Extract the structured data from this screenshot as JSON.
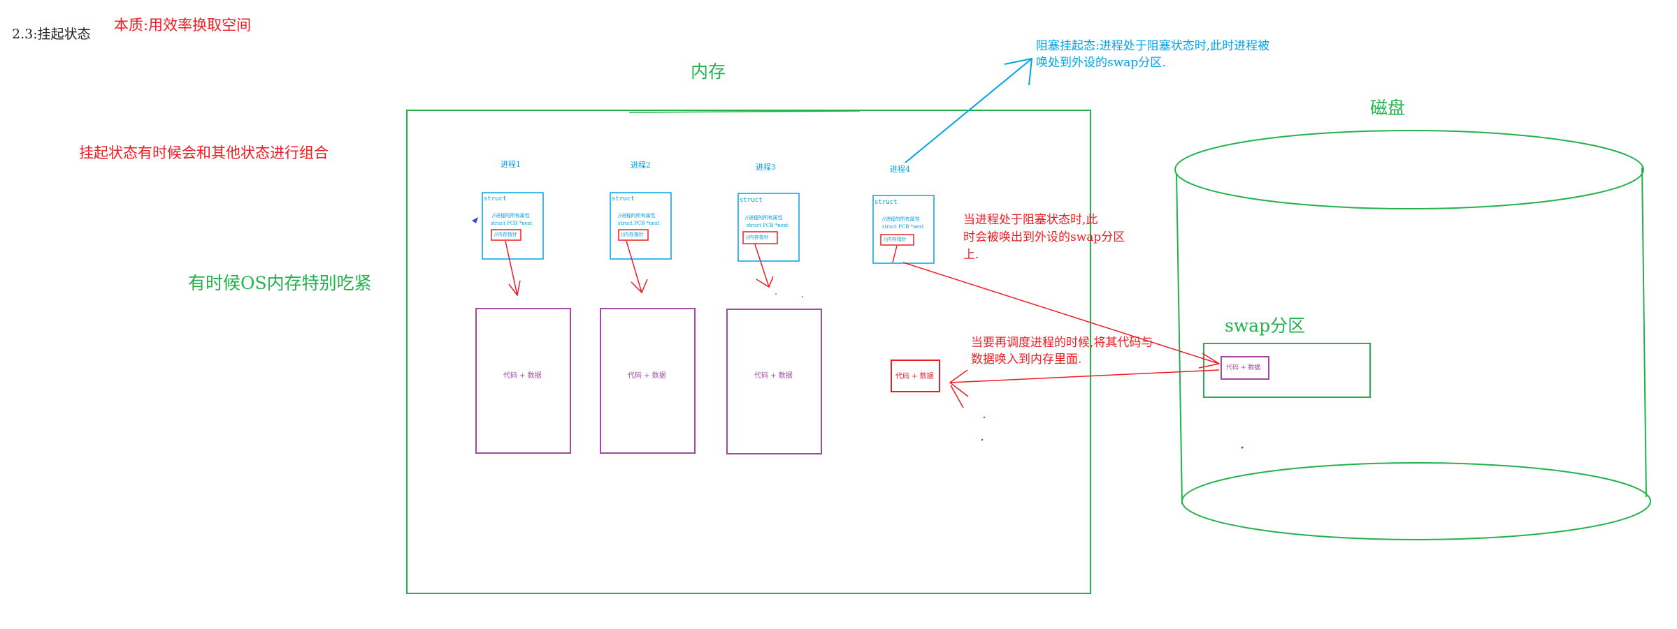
{
  "header": {
    "section_title": "2.3:挂起状态",
    "essence_note": "本质:用效率换取空间"
  },
  "notes": {
    "combine_note": "挂起状态有时候会和其他状态进行组合",
    "memory_tight_note": "有时候OS内存特别吃紧",
    "blocked_suspend": [
      "阻塞挂起态:进程处于阻塞状态时,此时进程被",
      "唤处到外设的swap分区."
    ],
    "swap_out": [
      "当进程处于阻塞状态时,此",
      "时会被唤出到外设的swap分区",
      "上."
    ],
    "swap_in": [
      "当要再调度进程的时候,将其代码与",
      "数据唤入到内存里面."
    ]
  },
  "memory": {
    "label": "内存"
  },
  "disk": {
    "label": "磁盘",
    "swap_label": "swap分区",
    "swap_block": "代码 + 数据"
  },
  "processes": [
    {
      "name": "进程1",
      "struct": "struct",
      "fields": [
        "//进程的所有属性",
        "struct PCB *next"
      ],
      "mem_tag": "//内存指针",
      "block": "代码 + 数据"
    },
    {
      "name": "进程2",
      "struct": "struct",
      "fields": [
        "//进程的所有属性",
        "struct PCB *next"
      ],
      "mem_tag": "//内存指针",
      "block": "代码 + 数据"
    },
    {
      "name": "进程3",
      "struct": "struct",
      "fields": [
        "//进程的所有属性",
        "struct PCB *next"
      ],
      "mem_tag": "//内存指针",
      "block": "代码 + 数据"
    },
    {
      "name": "进程4",
      "struct": "struct",
      "fields": [
        "//进程的所有属性",
        "struct PCB *next"
      ],
      "mem_tag": "//内存指针",
      "block": "代码 + 数据"
    }
  ],
  "colors": {
    "green": "#22b14c",
    "red": "#ed1c24",
    "blue": "#00a2e8",
    "purple": "#a349a4",
    "dark": "#222222"
  }
}
